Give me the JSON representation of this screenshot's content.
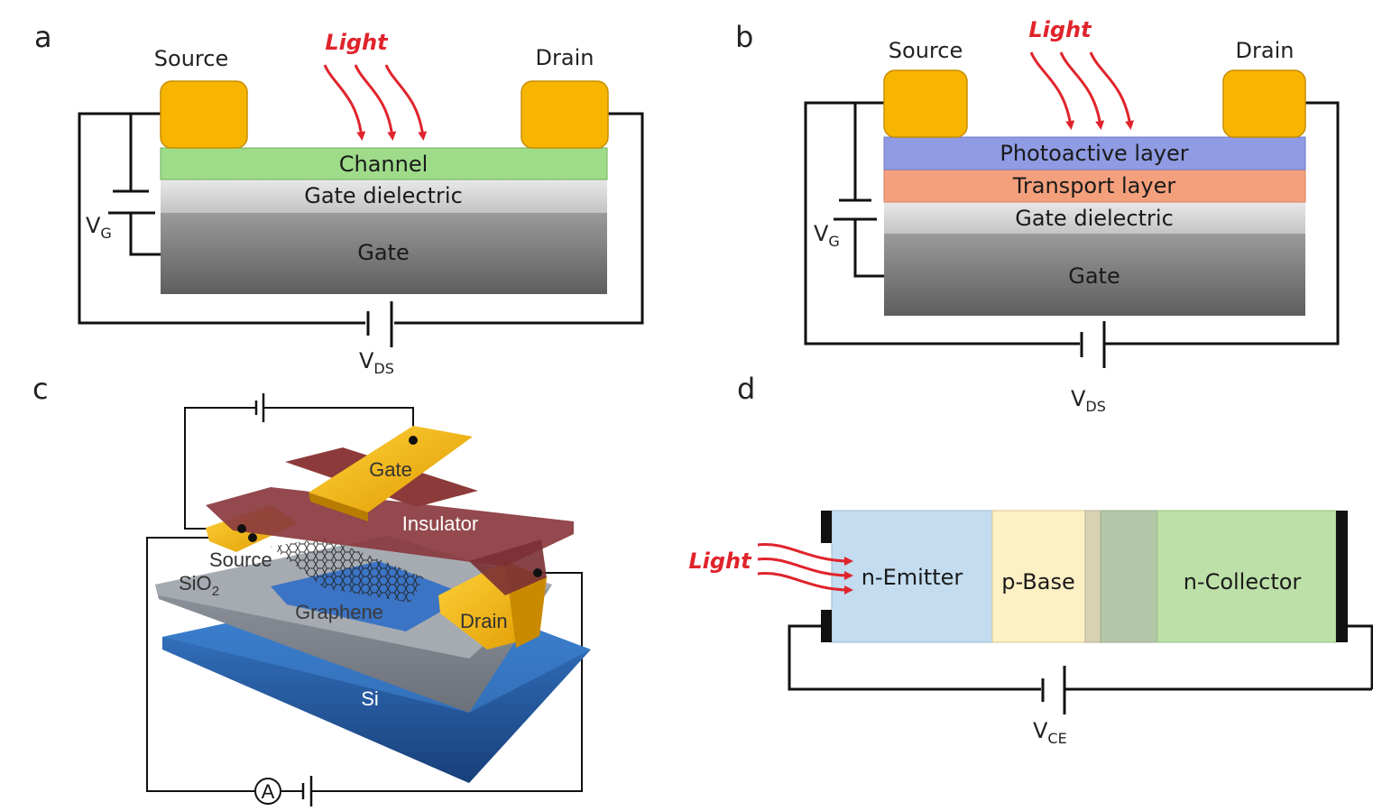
{
  "panel_a": {
    "panel_label": "a",
    "source": "Source",
    "drain": "Drain",
    "light": "Light",
    "channel": "Channel",
    "gate_dielectric": "Gate dielectric",
    "gate": "Gate",
    "vg_main": "V",
    "vg_sub": "G",
    "vds_main": "V",
    "vds_sub": "DS"
  },
  "panel_b": {
    "panel_label": "b",
    "source": "Source",
    "drain": "Drain",
    "light": "Light",
    "photoactive": "Photoactive layer",
    "transport": "Transport layer",
    "gate_dielectric": "Gate dielectric",
    "gate": "Gate",
    "vg_main": "V",
    "vg_sub": "G",
    "vds_main": "V",
    "vds_sub": "DS"
  },
  "panel_c": {
    "panel_label": "c",
    "gate": "Gate",
    "insulator": "Insulator",
    "source": "Source",
    "sio2_main": "SiO",
    "sio2_sub": "2",
    "graphene": "Graphene",
    "drain": "Drain",
    "si": "Si",
    "ammeter": "A"
  },
  "panel_d": {
    "panel_label": "d",
    "light": "Light",
    "emitter": "n-Emitter",
    "base": "p-Base",
    "collector": "n-Collector",
    "vce_main": "V",
    "vce_sub": "CE"
  },
  "colors": {
    "contact_gold": "#f7b500",
    "channel_green": "#9fdc8a",
    "dielectric_gray": "#d6d6d6",
    "gate_gray": "#7a7a7a",
    "photoactive_blue": "#8f9be3",
    "transport_orange": "#f4a07c",
    "emitter_blue": "#c3dcf0",
    "base_yellow": "#fdf0c4",
    "collector_green": "#bde0a8",
    "light_red": "#e0242c"
  }
}
